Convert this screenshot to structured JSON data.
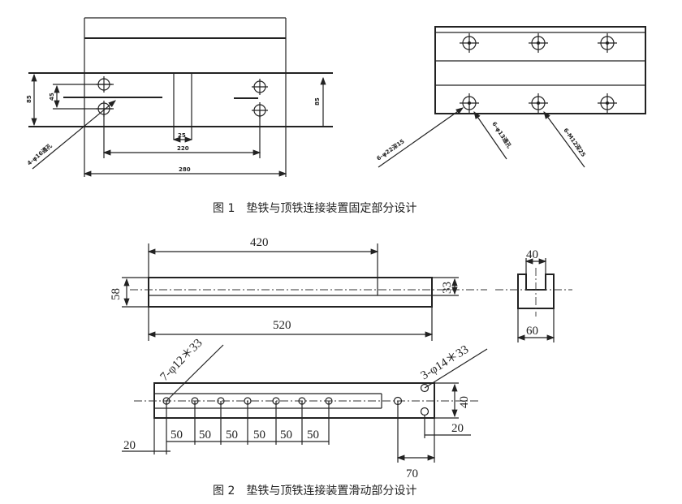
{
  "figure1": {
    "caption": "图 1　垫铁与顶铁连接装置固定部分设计",
    "left_view": {
      "dims": [
        "85",
        "45",
        "85",
        "25",
        "220",
        "280"
      ],
      "hole_note": "4-φ16通孔"
    },
    "right_view": {
      "notes": [
        "6-φ22深15",
        "6-φ13通孔",
        "6-M12深25"
      ]
    }
  },
  "figure2": {
    "caption": "图 2　垫铁与顶铁连接装置滑动部分设计",
    "top_view": {
      "dims": [
        "420",
        "58",
        "33",
        "520"
      ]
    },
    "side_view": {
      "dims": [
        "40",
        "60"
      ]
    },
    "bottom_view": {
      "hole_note_left": "7-φ12＊33",
      "hole_note_right": "3-φ14＊33",
      "spacings": [
        "50",
        "50",
        "50",
        "50",
        "50",
        "50"
      ],
      "dims": [
        "20",
        "40",
        "20",
        "70"
      ]
    }
  }
}
